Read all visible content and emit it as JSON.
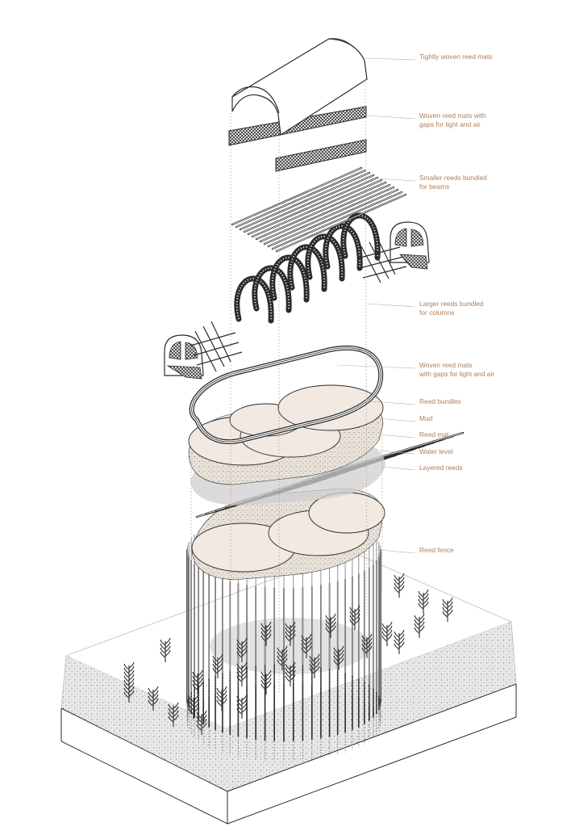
{
  "labels": [
    "Tightly woven reed mats",
    "Woven reed mats with\ngaps for light and air",
    "Smaller reeds bundled\nfor beams",
    "Larger reeds bundled\nfor columns",
    "Woven reed mats\nwith gaps for light and air",
    "Reed bundles",
    "Mud",
    "Reed mat",
    "Water level",
    "Layered reeds",
    "Reed fence"
  ],
  "colors": {
    "label_text": "#b07e5c",
    "leader_line": "#c9a68c",
    "ink": "#2b2b2b",
    "mud": "#e4ddd4",
    "reed_mat": "#f1e9e2",
    "ground_speckle": "#d2d2d2",
    "water": "#c9c9c9"
  },
  "icons": [
    "reed-plant-icon",
    "arch-frame-icon",
    "cross-lattice-icon"
  ]
}
